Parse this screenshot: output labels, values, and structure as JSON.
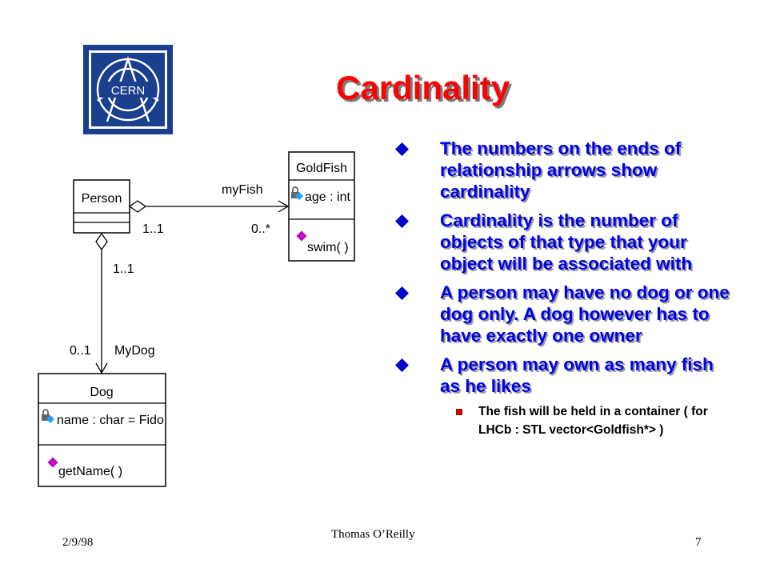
{
  "slide": {
    "title": "Cardinality",
    "bullets": [
      {
        "text": "The numbers on the ends of relationship arrows show cardinality"
      },
      {
        "text": "Cardinality is the number of objects of that type that your object will be associated with"
      },
      {
        "text": "A person may have no dog or one dog only.  A dog however has to have exactly one owner"
      },
      {
        "text": "A person may own as many fish as he likes"
      }
    ],
    "sub_bullet": "The fish will be held in a container ( for LHCb : STL vector<Goldfish*> )"
  },
  "logo": {
    "text": "CERN",
    "color": "#1a3f8f"
  },
  "diagram": {
    "person": {
      "name": "Person"
    },
    "goldfish": {
      "name": "GoldFish",
      "attribute": "age : int",
      "operation": "swim( )"
    },
    "dog": {
      "name": "Dog",
      "attribute": "name : char = Fido",
      "operation": "getName( )"
    },
    "fish_assoc": {
      "role": "myFish",
      "near_person": "1..1",
      "near_fish": "0..*"
    },
    "dog_assoc": {
      "role": "MyDog",
      "near_person": "1..1",
      "near_dog": "0..1"
    }
  },
  "footer": {
    "date": "2/9/98",
    "author": "Thomas O’Reilly",
    "page": "7"
  },
  "colors": {
    "title": "#ff0000",
    "bullet_text": "#0000e6",
    "bullet_marker": "#0000cc",
    "sub_marker": "#c00000"
  }
}
